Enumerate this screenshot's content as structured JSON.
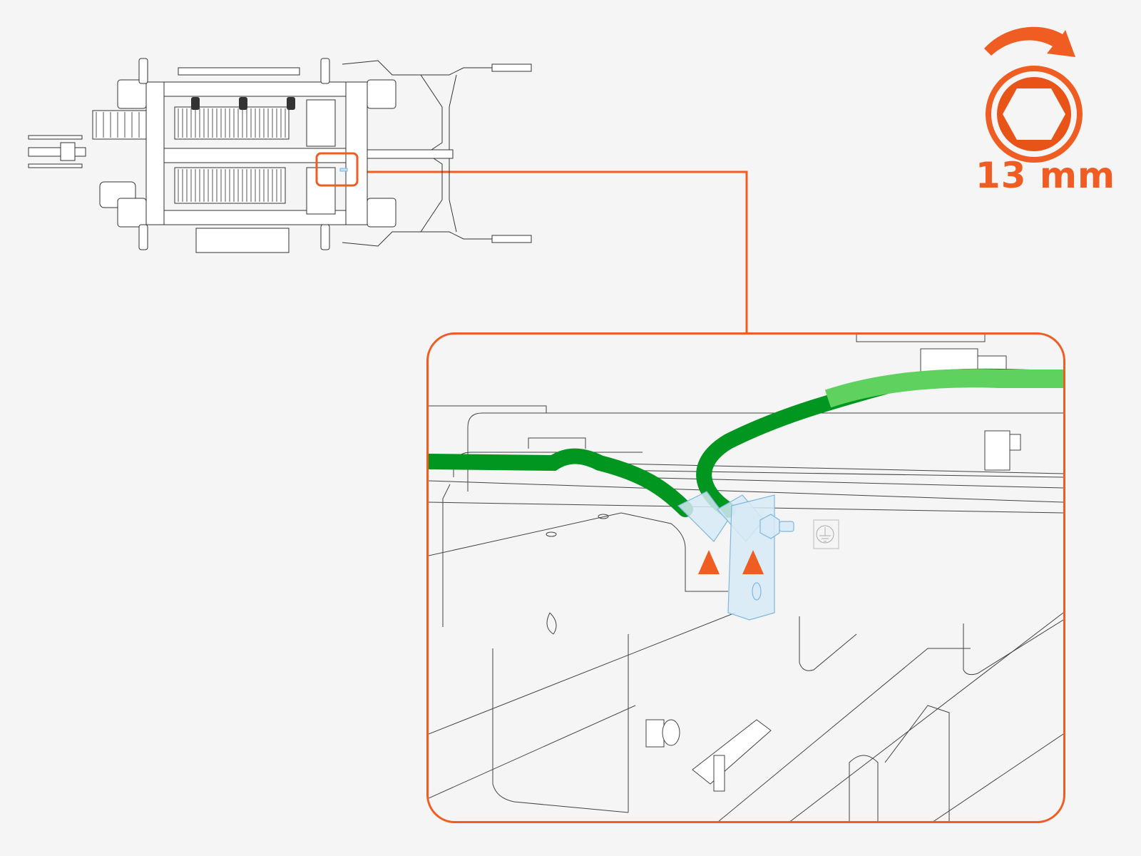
{
  "colors": {
    "accent": "#f05d23",
    "accent_dark": "#e85418",
    "cable_dark": "#00961f",
    "cable_light": "#5ed15e",
    "bracket_fill": "#d6eaf6",
    "bracket_stroke": "#7fb7df",
    "line": "#333333",
    "background": "#f5f5f5"
  },
  "tool": {
    "icon": "hex-socket-wrench-icon",
    "rotation": "clockwise-arrow-icon",
    "size_label": "13 mm"
  },
  "overview": {
    "description": "Top view of machine frame with springs",
    "highlight_icon": "callout-box-icon"
  },
  "detail": {
    "description": "Enlarged view of ground cable lug bracket",
    "indicators": [
      {
        "icon": "orange-triangle-pointer-icon",
        "target": "left bolt"
      },
      {
        "icon": "orange-triangle-pointer-icon",
        "target": "right bolt"
      }
    ],
    "ground_symbol": "ground-earth-icon"
  }
}
